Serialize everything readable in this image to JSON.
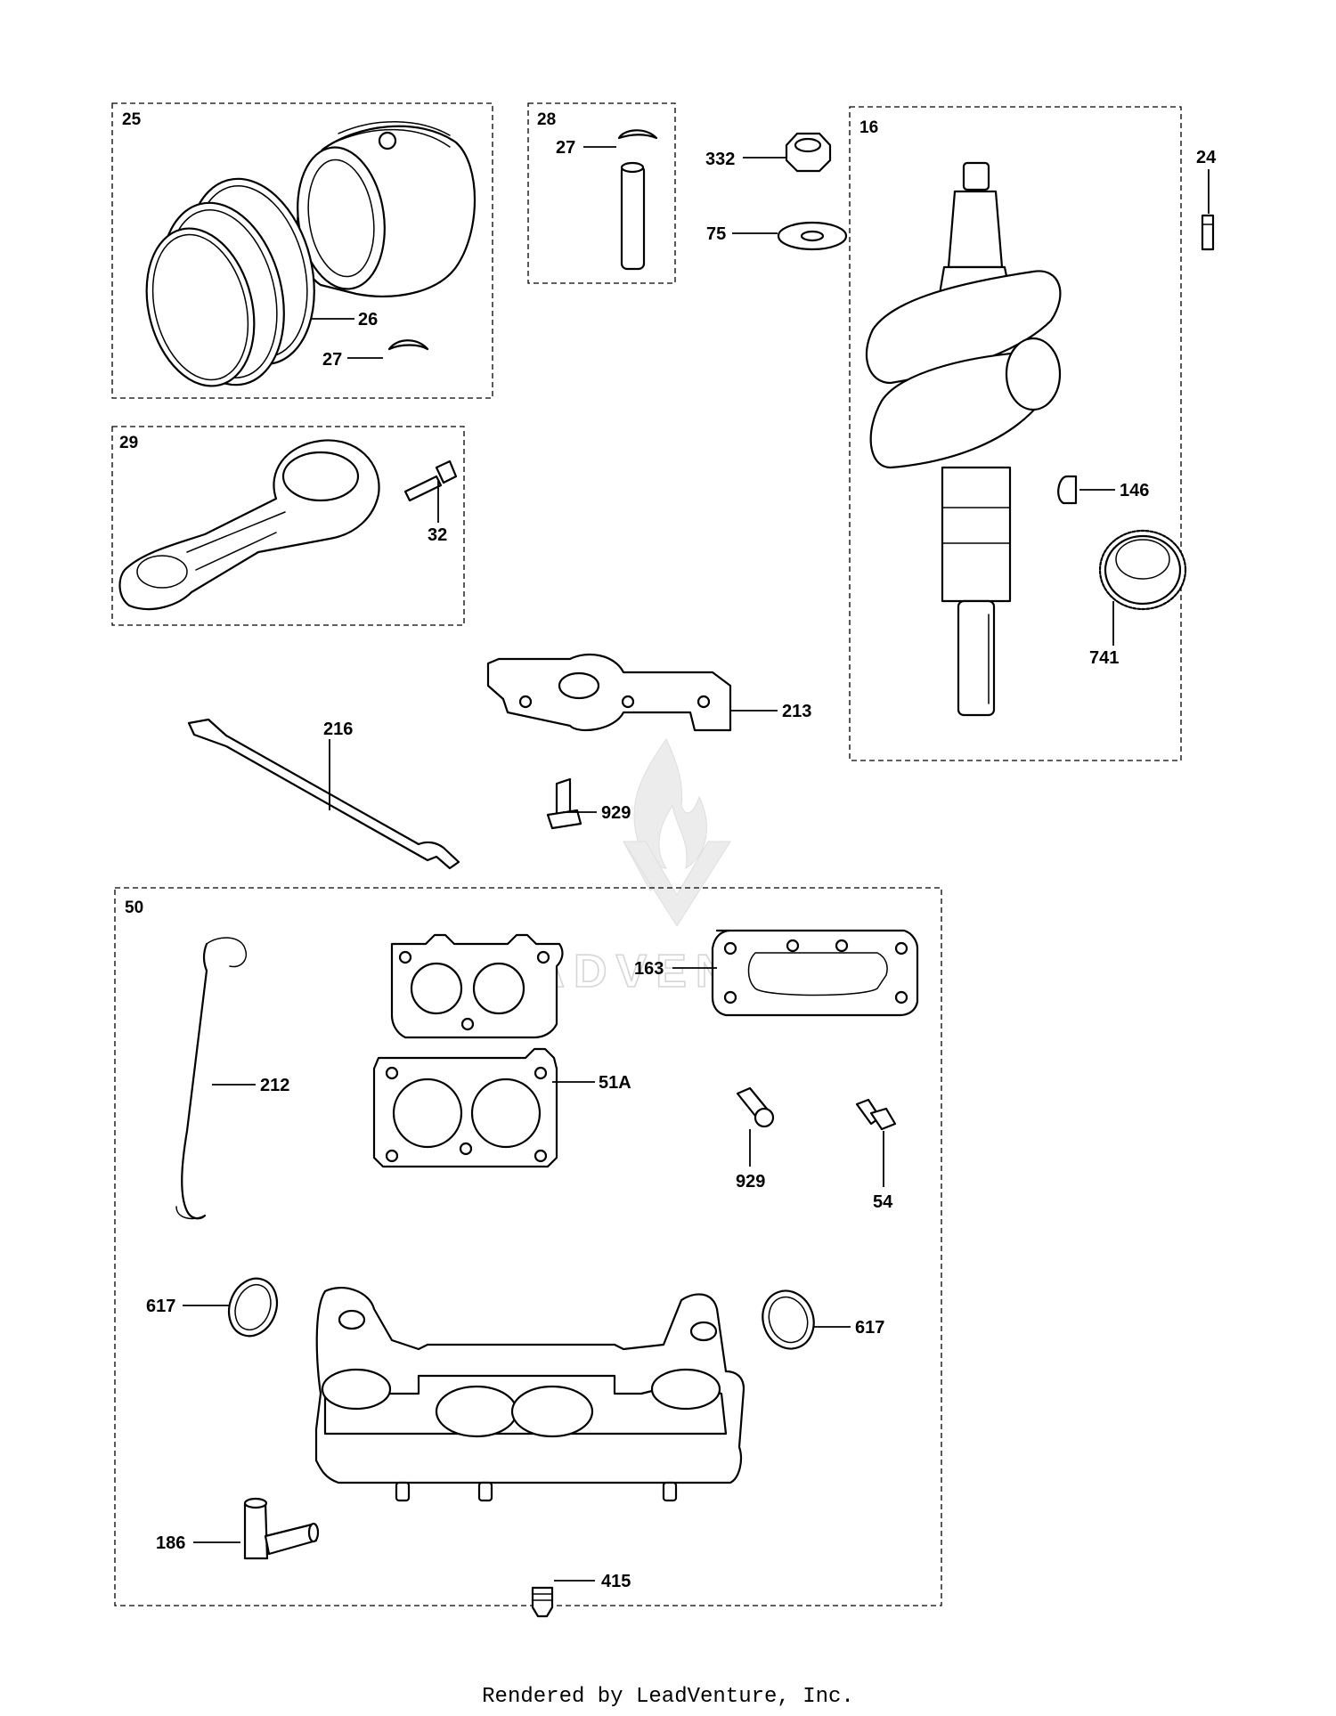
{
  "watermark": {
    "text": "LEADVENTURE"
  },
  "footer": {
    "text": "Rendered by LeadVenture, Inc."
  },
  "boxes": [
    {
      "id": "25",
      "label": "25"
    },
    {
      "id": "28",
      "label": "28"
    },
    {
      "id": "16",
      "label": "16"
    },
    {
      "id": "29",
      "label": "29"
    },
    {
      "id": "50",
      "label": "50"
    }
  ],
  "callouts": [
    {
      "id": "c24",
      "label": "24"
    },
    {
      "id": "c26",
      "label": "26"
    },
    {
      "id": "c27a",
      "label": "27"
    },
    {
      "id": "c27b",
      "label": "27"
    },
    {
      "id": "c332",
      "label": "332"
    },
    {
      "id": "c75",
      "label": "75"
    },
    {
      "id": "c32",
      "label": "32"
    },
    {
      "id": "c146",
      "label": "146"
    },
    {
      "id": "c741",
      "label": "741"
    },
    {
      "id": "c213",
      "label": "213"
    },
    {
      "id": "c216",
      "label": "216"
    },
    {
      "id": "c929a",
      "label": "929"
    },
    {
      "id": "c163",
      "label": "163"
    },
    {
      "id": "c212",
      "label": "212"
    },
    {
      "id": "c51A",
      "label": "51A"
    },
    {
      "id": "c929b",
      "label": "929"
    },
    {
      "id": "c54",
      "label": "54"
    },
    {
      "id": "c617a",
      "label": "617"
    },
    {
      "id": "c617b",
      "label": "617"
    },
    {
      "id": "c186",
      "label": "186"
    },
    {
      "id": "c415",
      "label": "415"
    }
  ]
}
